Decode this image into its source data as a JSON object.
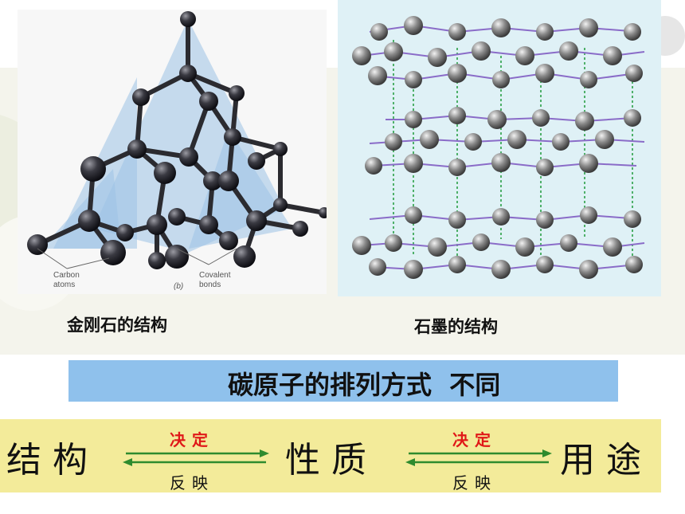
{
  "diagram_labels": {
    "carbon_atoms": [
      "Carbon",
      "atoms"
    ],
    "panel_letter": "(b)",
    "covalent_bonds": [
      "Covalent",
      "bonds"
    ]
  },
  "captions": {
    "diamond": "金刚石的结构",
    "graphite": "石墨的结构"
  },
  "banner": {
    "text": "碳原子的排列方式  不同"
  },
  "relation": {
    "structure": "结构",
    "property": "性质",
    "use": "用途",
    "decide": "决定",
    "reflect": "反映"
  },
  "colors": {
    "banner": "#8fc1ec",
    "bottom_band": "#f3eb9a",
    "arrow": "#2e8b2e",
    "decide_text": "#e01818"
  }
}
